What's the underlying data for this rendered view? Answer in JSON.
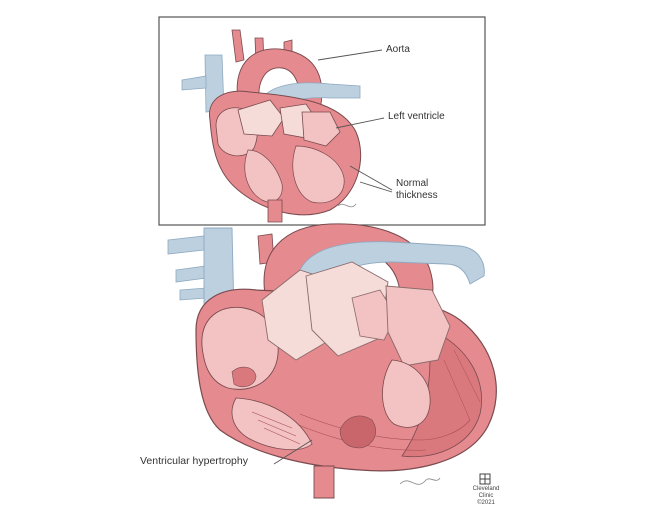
{
  "figure": {
    "inset_labels": {
      "aorta": "Aorta",
      "left_ventricle": "Left ventricle",
      "normal_thickness_line1": "Normal",
      "normal_thickness_line2": "thickness"
    },
    "main_label": "Ventricular hypertrophy",
    "logo": {
      "line1": "Cleveland",
      "line2": "Clinic",
      "line3": "©2021"
    }
  },
  "colors": {
    "muscle": "#e58a8e",
    "muscle_light": "#f3c2c2",
    "muscle_dark": "#c8666c",
    "vessel_blue": "#bcd0e0",
    "vessel_blue_dark": "#8fa9c0",
    "valve_pale": "#f6dcd9",
    "outline": "#7a4b4f",
    "frame": "#555555"
  }
}
